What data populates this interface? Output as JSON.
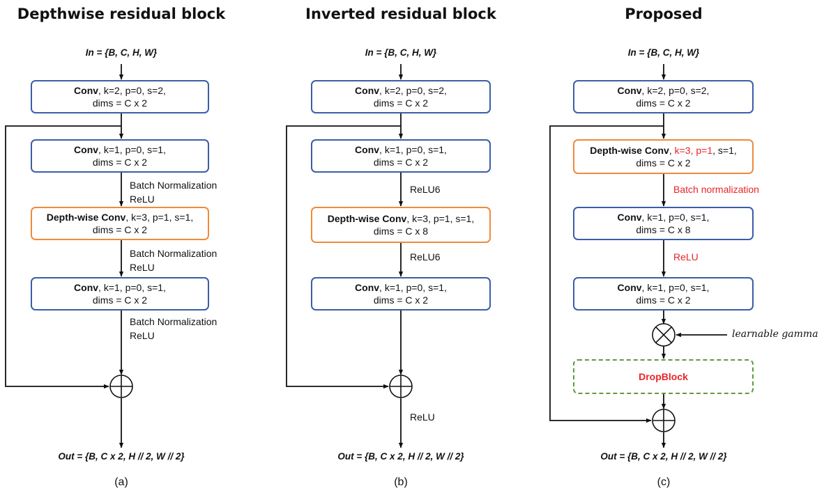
{
  "titles": {
    "a": "Depthwise residual block",
    "b": "Inverted residual block",
    "c": "Proposed"
  },
  "io": {
    "input": "In = {B, C, H, W}",
    "output": "Out = {B, C x 2, H // 2, W // 2}"
  },
  "captions": {
    "a": "(a)",
    "b": "(b)",
    "c": "(c)"
  },
  "blocks": {
    "conv_bold": "Conv",
    "dw_bold": "Depth-wise Conv",
    "down_params": ", k=2, p=0, s=2,",
    "pw_params": ", k=1, p=0, s=1,",
    "dw_params": ", k=3, p=1, s=1,",
    "dims_x2": "dims = C x 2",
    "dims_x8": "dims = C x 8",
    "prop_dw_red": "k=3, p=1",
    "prop_dw_rest": ", s=1,",
    "dropblock": "DropBlock"
  },
  "activations": {
    "batch_norm": "Batch Normalization",
    "relu": "ReLU",
    "relu6": "ReLU6",
    "batch_norm_lower": "Batch normalization"
  },
  "learnable_gamma": "learnable gamma",
  "colors": {
    "conv_border": "#3a5ea6",
    "dw_border": "#ef8a3a",
    "dropblock_border": "#5e9a3e",
    "highlight": "#e8242a"
  }
}
